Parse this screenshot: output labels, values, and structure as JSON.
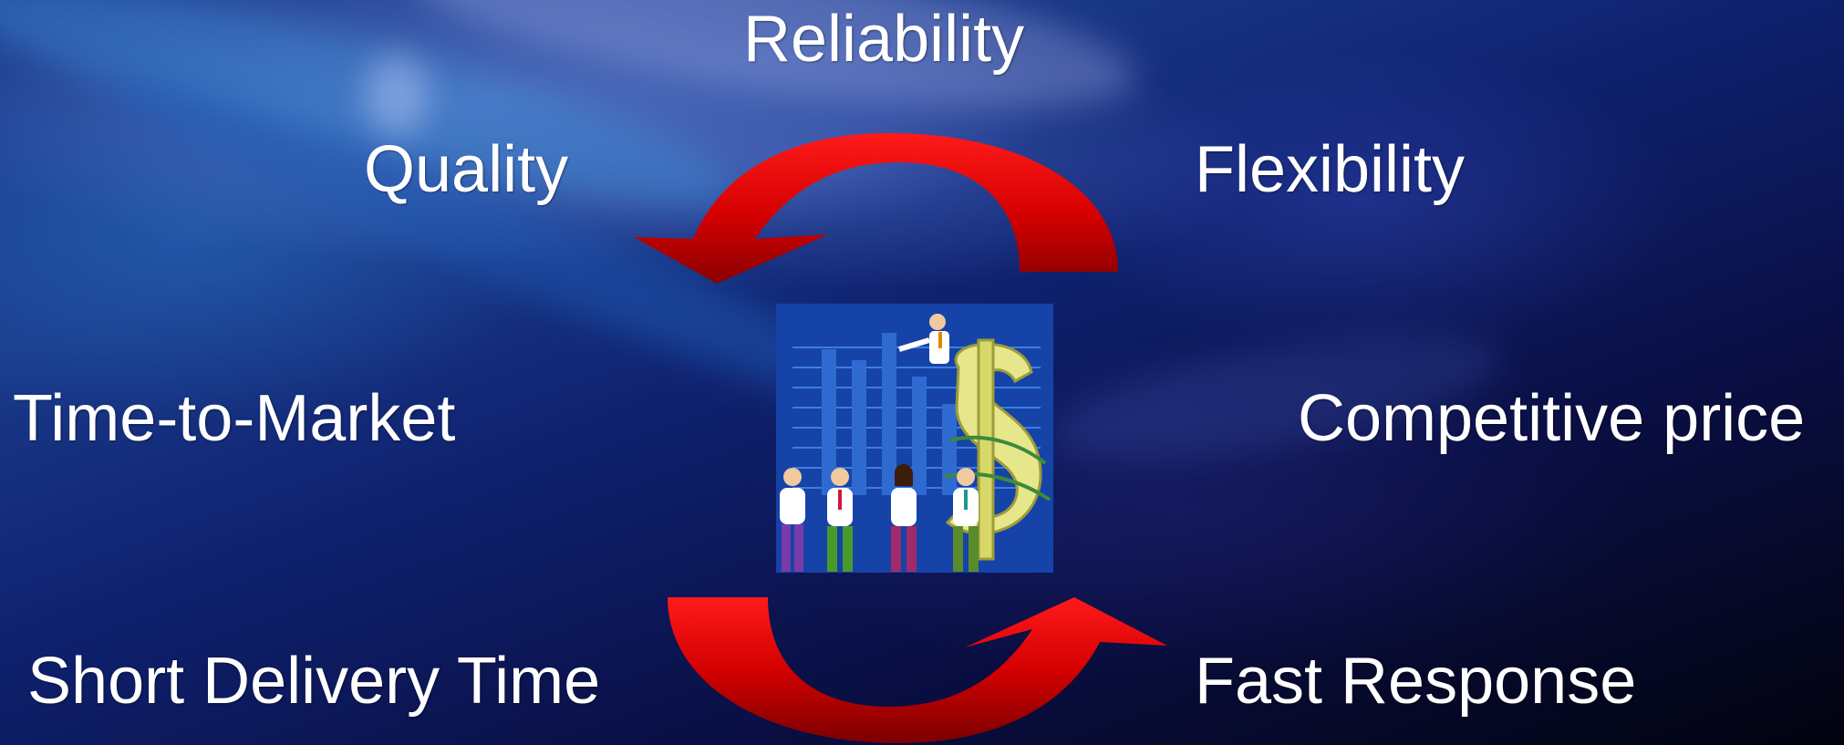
{
  "labels": {
    "reliability": "Reliability",
    "quality": "Quality",
    "flexibility": "Flexibility",
    "time_to_market": "Time-to-Market",
    "competitive_price": "Competitive price",
    "short_delivery_time": "Short Delivery Time",
    "fast_response": "Fast Response"
  },
  "colors": {
    "arrow": "#d40000",
    "text": "#ffffff",
    "clipart_background": "#1543a8",
    "dollar_sign": "#e6e68a"
  },
  "icons": {
    "center": "business-people-dollar-clipart-icon"
  }
}
